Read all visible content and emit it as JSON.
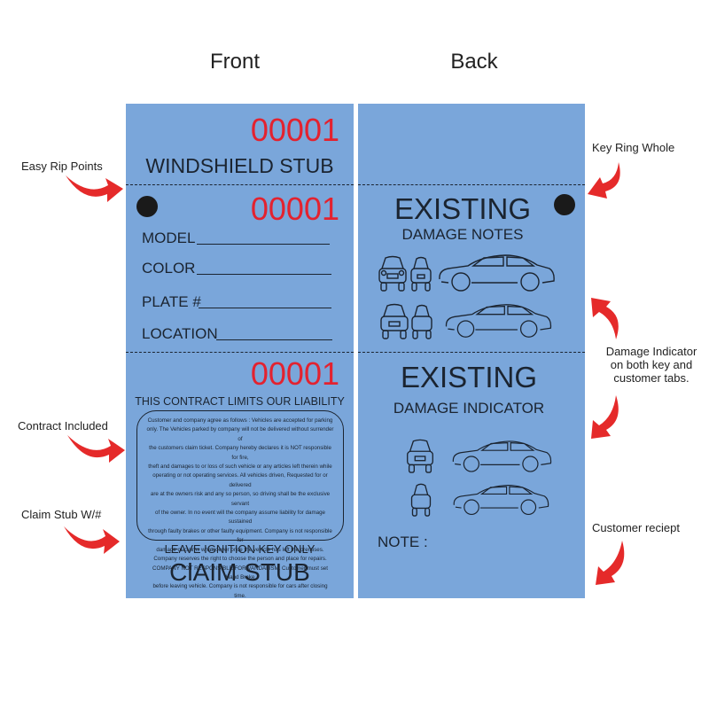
{
  "headings": {
    "front": "Front",
    "back": "Back"
  },
  "front": {
    "windshield": {
      "number": "00001",
      "title": "WINDSHIELD STUB"
    },
    "key_tab": {
      "number": "00001",
      "fields": [
        "MODEL",
        "COLOR",
        "PLATE #",
        "LOCATION"
      ]
    },
    "claim": {
      "number": "00001",
      "liability": "THIS CONTRACT LIMITS OUR LIABILITY",
      "contract_lines": [
        "Customer and company agree as follows : Vehicles are accepted for parking",
        "only. The Vehicles parked by company will not be delivered without surrender of",
        "the customers claim ticket. Company hereby declares it is NOT responsible for fire,",
        "theft and damages to or loss of such vehicle or any articles left therein while",
        "operating or not operating services. All vehicles driven, Requested for or delivered",
        "are at the owners risk and any so person, so driving shall be the exclusive servant",
        "of the owner. In no event will the company assume liability for damage sustained",
        "through faulty brakes or other faulty equipment. Company is not responsible for",
        "damage or claims whatsoever once the vehicle has left the premises.",
        "Company reserves the right to choose the person and place for repairs.",
        "COMPANY NOT RESPONSIBLE FOR VANDALISM. Customer must set Hand Brake",
        "before leaving vehicle. Company is not responsible for cars after closing time."
      ],
      "ignition": "LEAVE IGNITION KEY ONLY",
      "title": "ClAIM STUB"
    }
  },
  "back": {
    "notes": {
      "title": "EXISTING",
      "subtitle": "DAMAGE NOTES"
    },
    "indicator": {
      "title": "EXISTING",
      "subtitle": "DAMAGE INDICATOR",
      "note_label": "NOTE :"
    }
  },
  "annotations": {
    "easy_rip": "Easy Rip Points",
    "contract": "Contract Included",
    "claim_stub": "Claim Stub W/#",
    "key_ring": "Key Ring Whole",
    "damage_line1": "Damage Indicator",
    "damage_line2": "on both key and",
    "damage_line3": "customer tabs.",
    "receipt": "Customer reciept"
  },
  "colors": {
    "tag": "#7aa6da",
    "number": "#e3222f",
    "arrow": "#e52a2a",
    "ink": "#1b2430"
  },
  "icons": [
    "car-front-icon",
    "car-side-icon",
    "car-rear-icon",
    "arrow-icon",
    "key-hole-icon"
  ]
}
